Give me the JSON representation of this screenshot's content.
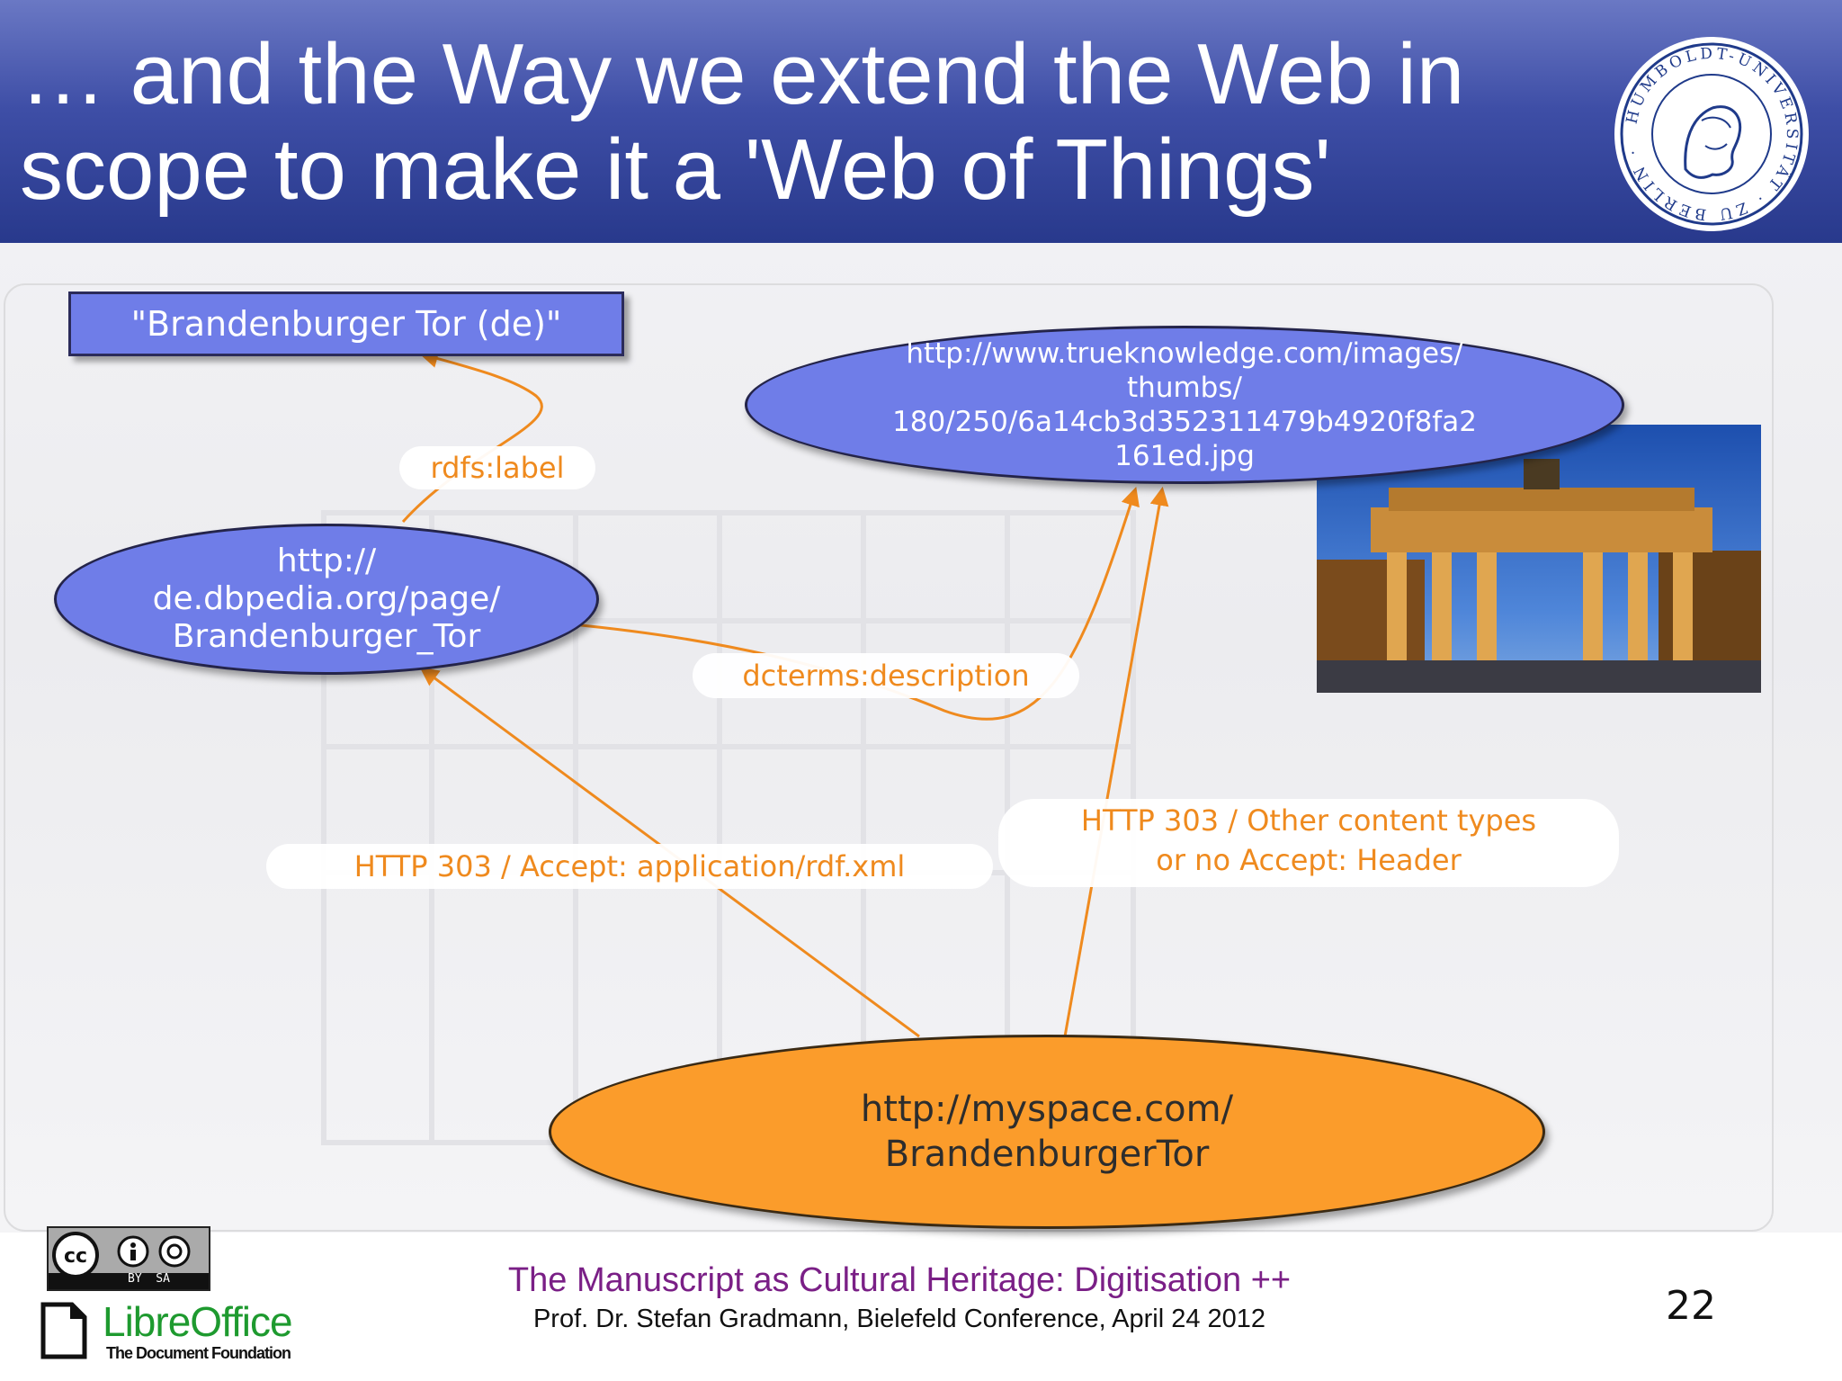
{
  "slide": {
    "title": "… and the Way we extend the Web in\nscope to make it a 'Web of Things'",
    "page_number": "22"
  },
  "diagram": {
    "literal_label": "\"Brandenburger Tor (de)\"",
    "image_node": "http://www.trueknowledge.com/images/\nthumbs/\n180/250/6a14cb3d352311479b4920f8fa2\n161ed.jpg",
    "dbpedia_node": "http://\nde.dbpedia.org/page/\nBrandenburger_Tor",
    "source_node": "http://myspace.com/\nBrandenburgerTor",
    "edges": {
      "rdfs_label": "rdfs:label",
      "dcterms_description": "dcterms:description",
      "http303_rdf": "HTTP 303 / Accept: application/rdf.xml",
      "http303_other": "HTTP 303 / Other content types\nor no Accept: Header"
    }
  },
  "footer": {
    "title": "The Manuscript as Cultural Heritage: Digitisation ++",
    "subtitle": "Prof. Dr. Stefan Gradmann, Bielefeld Conference, April 24 2012",
    "license_text": "BY  SA",
    "libreoffice_brand": "LibreOffice",
    "libreoffice_tagline": "The Document Foundation",
    "seal_text": "HUMBOLDT-UNIVERSITÄT ZU BERLIN"
  },
  "colors": {
    "header_blue": "#3e4ea6",
    "node_blue": "#6f7de8",
    "node_orange": "#fb9c2b",
    "edge_orange": "#ef8a1e",
    "footer_purple": "#7a1f86"
  }
}
